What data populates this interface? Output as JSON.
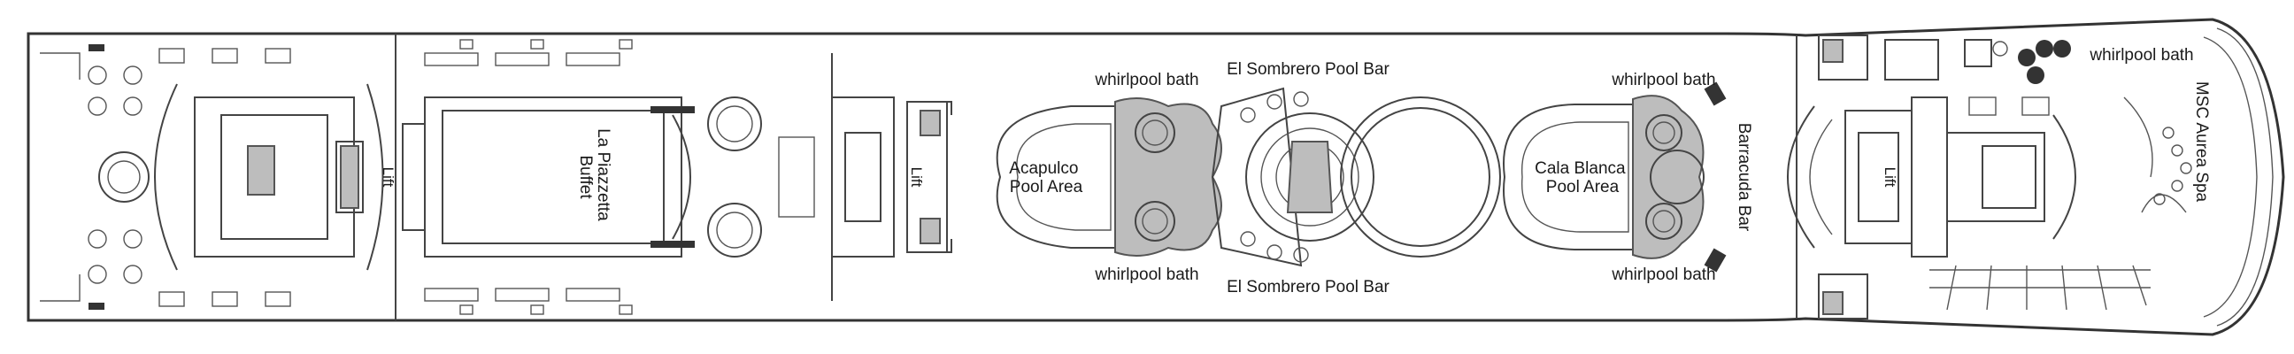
{
  "labels": {
    "lift_aft": "Lift",
    "buffet": [
      "La Piazzetta",
      "Buffet"
    ],
    "lift_mid": "Lift",
    "whirlpool_acapulco_top": "whirlpool bath",
    "whirlpool_acapulco_bottom": "whirlpool bath",
    "acapulco_pool": [
      "Acapulco",
      "Pool Area"
    ],
    "sombrero_bar_top": "El Sombrero Pool Bar",
    "sombrero_bar_bottom": "El Sombrero Pool Bar",
    "whirlpool_cala_top": "whirlpool bath",
    "whirlpool_cala_bottom": "whirlpool bath",
    "cala_blanca_pool": [
      "Cala Blanca",
      "Pool Area"
    ],
    "barracuda_bar": "Barracuda Bar",
    "lift_fwd": "Lift",
    "whirlpool_spa": "whirlpool bath",
    "spa": "MSC Aurea Spa"
  },
  "colors": {
    "outline": "#333333",
    "hatch": "#bdbdbd",
    "text": "#1a1a1a"
  }
}
